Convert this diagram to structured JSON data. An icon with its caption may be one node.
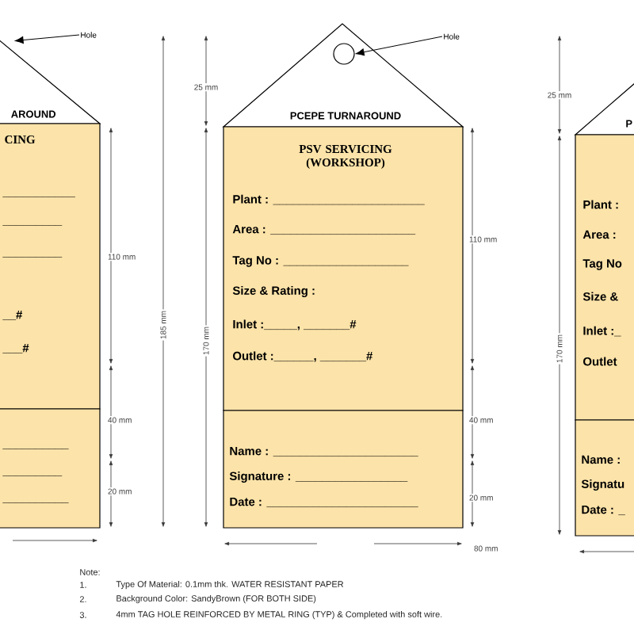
{
  "diagram": {
    "nodes": [
      {
        "text": [
          "Hole"
        ]
      },
      {
        "text": [
          "AROUND",
          "CING",
          "___________",
          "_________",
          "_________",
          "__#",
          "___#"
        ]
      },
      {
        "text": [
          "__________",
          "_________",
          "__________"
        ]
      },
      {
        "text": [
          "PCEPE TURNAROUND",
          "PSV SERVICING (WORKSHOP)",
          "Plant : _______________________",
          "Area : ______________________",
          "Tag No : ___________________",
          "Size & Rating :",
          "Inlet :_____, _______#",
          "Outlet :______, _______#"
        ]
      },
      {
        "text": [],
        "shape": "circle"
      },
      {
        "text": [
          "Hole"
        ]
      },
      {
        "text": [
          "Name : ______________________",
          "Signature : _________________",
          "Date : _______________________"
        ]
      },
      {
        "text": [
          "P",
          "Plant :",
          "Area :",
          "Tag No",
          "Size &",
          "Inlet :_",
          "Outlet"
        ]
      },
      {
        "text": [
          "Name :",
          "Signatu",
          "Date : _"
        ]
      }
    ],
    "edges": [
      {
        "from": 0,
        "to": 1,
        "arrow": "to"
      },
      {
        "from": 5,
        "to": 4,
        "arrow": "to"
      }
    ],
    "labels": [
      "25 mm",
      "25 mm",
      "110 mm",
      "110 mm",
      "185 mm",
      "170 mm",
      "170 mm",
      "40 mm",
      "40 mm",
      "20 mm",
      "20 mm",
      "80 mm",
      "Note:",
      "1.",
      "Type Of Material: 0.1mm thk. WATER RESISTANT PAPER",
      "2.",
      "Background Color: SandyBrown (FOR BOTH SIDE)",
      "3.",
      "4mm TAG HOLE REINFORCED BY METAL RING (TYP) & Completed with soft wire."
    ]
  }
}
